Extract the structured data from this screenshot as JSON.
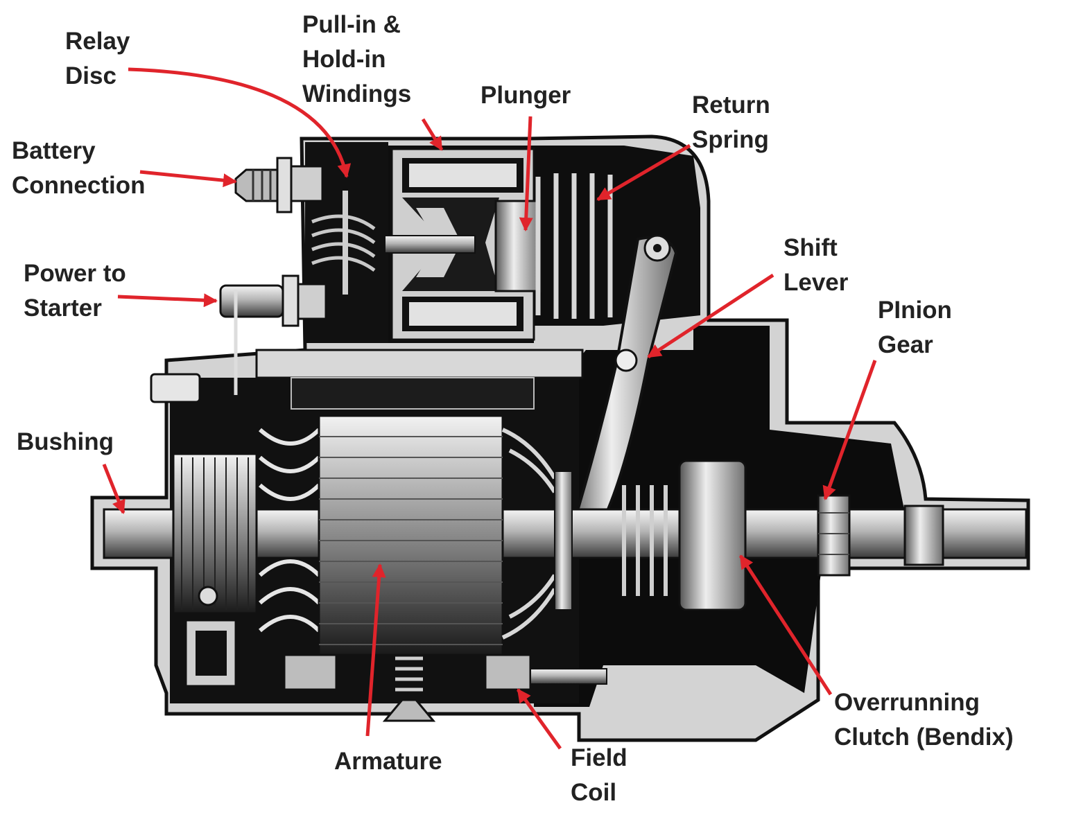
{
  "colors": {
    "arrow": "#e0242b",
    "label_text": "#222222",
    "housing_light": "#d3d3d3",
    "housing_dark": "#0c0c0c",
    "metal_mid": "#9a9a9a",
    "metal_light": "#ededed"
  },
  "labels": {
    "relay_disc": [
      "Relay",
      "Disc"
    ],
    "windings": [
      "Pull-in &",
      "Hold-in",
      "Windings"
    ],
    "plunger": [
      "Plunger"
    ],
    "return_spring": [
      "Return",
      "Spring"
    ],
    "battery": [
      "Battery",
      "Connection"
    ],
    "power_starter": [
      "Power to",
      "Starter"
    ],
    "shift_lever": [
      "Shift",
      "Lever"
    ],
    "pinion_gear": [
      "PInion",
      "Gear"
    ],
    "bushing": [
      "Bushing"
    ],
    "armature": [
      "Armature"
    ],
    "field_coil": [
      "Field",
      "Coil"
    ],
    "clutch": [
      "Overrunning",
      "Clutch (Bendix)"
    ]
  }
}
